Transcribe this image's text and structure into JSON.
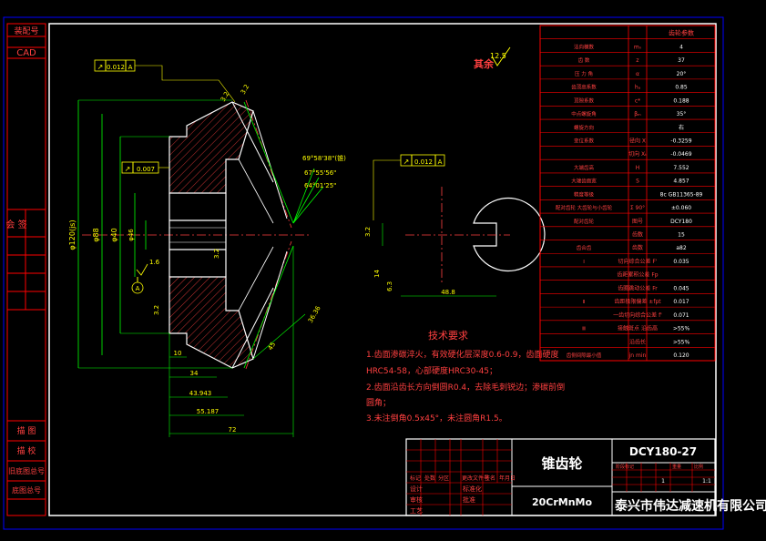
{
  "left_strip": {
    "top_labels": [
      "装配号",
      "CAD"
    ],
    "mid_label": "会 签",
    "bottom_labels": [
      "描 图",
      "描 校",
      "旧底图总号",
      "底图总号"
    ]
  },
  "roughness": {
    "label": "其余",
    "value": "12.5"
  },
  "tolerances": {
    "runout_main": {
      "symbol": "↗",
      "value": "0.012",
      "datum": "A"
    },
    "runout_cone": {
      "symbol": "↗",
      "value": "0.007",
      "datum": "A"
    },
    "runout_right": {
      "symbol": "↗",
      "value": "0.012",
      "datum": "A"
    }
  },
  "dimensions": {
    "angle_1": "69°58'38\"(锥)",
    "angle_2": "67°55'56\"",
    "angle_3": "64°01'25\"",
    "dia_main": "φ120(js)",
    "dia_inner": "φ88",
    "dia_bore": "φ40",
    "dia_small": "φ46",
    "dim_16": "1.6",
    "dim_32a": "3.2",
    "dim_32b": "3.2",
    "dim_32c": "3.2",
    "dim_32d": "3.2",
    "dim_63": "6.3",
    "dim_10": "10",
    "dim_34": "34",
    "dim_943": "43.943",
    "dim_187": "55.187",
    "dim_72": "72",
    "dim_45": "45",
    "dim_3636": "36.36",
    "dim_14": "14",
    "dim_488": "48.8",
    "datum_label": "A"
  },
  "tech_req": {
    "title": "技术要求",
    "lines": [
      "1.齿面渗碳淬火，有效硬化层深度0.6-0.9，齿面硬度",
      "HRC54-58，心部硬度HRC30-45；",
      "2.齿面沿齿长方向倒圆R0.4，去除毛刺锐边；渗碳前倒",
      "圆角；",
      "3.未注倒角0.5x45°，未注圆角R1.5。"
    ]
  },
  "param_table": {
    "header": [
      "",
      "",
      "齿轮参数"
    ],
    "rows": [
      [
        "法向模数",
        "mₙ",
        "4"
      ],
      [
        "齿 数",
        "z",
        "37"
      ],
      [
        "压 力 角",
        "α",
        "20°"
      ],
      [
        "齿顶高系数",
        "hₐ",
        "0.85"
      ],
      [
        "顶隙系数",
        "c*",
        "0.188"
      ],
      [
        "中点螺旋角",
        "βₘ",
        "35°"
      ],
      [
        "螺旋方向",
        "",
        "右"
      ],
      [
        "变位系数",
        "径向 X",
        "-0.3259"
      ],
      [
        "",
        "切向 Xₜ",
        "-0.0469"
      ],
      [
        "大端齿高",
        "H",
        "7.552"
      ],
      [
        "大端齿面宽",
        "S",
        "4.857"
      ],
      [
        "精度等级",
        "",
        "8c GB11365-89"
      ],
      [
        "配对齿轮 大齿轮与小齿轮",
        "Σ 90°",
        "±0.060"
      ],
      [
        "配对齿轮",
        "图号",
        "DCY180"
      ],
      [
        "",
        "齿数",
        "15"
      ],
      [
        "齿合齿",
        "齿数",
        "a82"
      ],
      [
        "Ⅰ",
        "切向综合公差 F'",
        "0.035"
      ],
      [
        "",
        "齿距累积公差 Fp",
        ""
      ],
      [
        "",
        "齿圈跳动公差 Fr",
        "0.045"
      ],
      [
        "Ⅱ",
        "齿距极限偏差 ±fpt",
        "0.017"
      ],
      [
        "",
        "一齿切向综合公差 f'",
        "0.071"
      ],
      [
        "Ⅲ",
        "接触斑点 沿齿高",
        ">55%"
      ],
      [
        "",
        "沿齿长",
        ">55%"
      ],
      [
        "齿侧间隙最小值",
        "jn min",
        "0.120"
      ]
    ]
  },
  "title_block": {
    "part_name": "锥齿轮",
    "drawing_no": "DCY180-27",
    "material": "20CrMnMo",
    "company": "泰兴市伟达减速机有限公司",
    "scale": "1:1",
    "qty": "1",
    "sheet_labels": [
      "标记",
      "处数",
      "分区",
      "更改文件号",
      "签名",
      "年月日"
    ],
    "sign_labels": [
      "设计",
      "审核",
      "工艺",
      "标准化",
      "批准"
    ],
    "stage_labels": [
      "阶段标记",
      "重量",
      "比例"
    ]
  },
  "colors": {
    "frame": "#0000ff",
    "border": "#ffffff",
    "text_red": "#ff0000",
    "text_yellow": "#ffff00",
    "line_green": "#00ff00",
    "hatch": "#ff4040"
  }
}
